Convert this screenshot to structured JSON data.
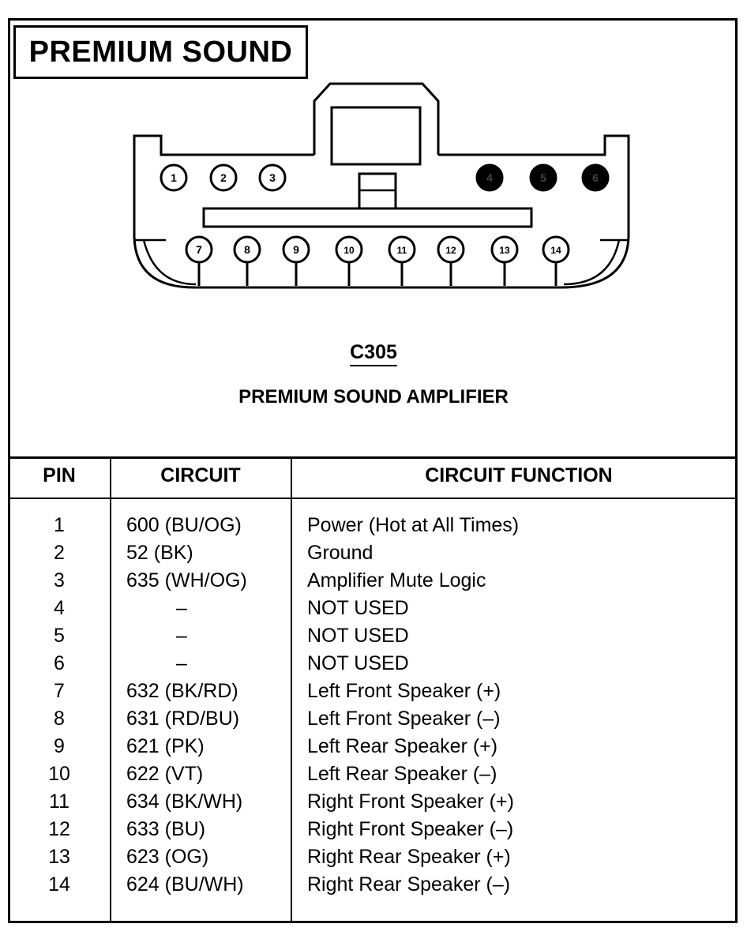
{
  "title": "PREMIUM SOUND",
  "connector": {
    "id": "C305",
    "name": "PREMIUM SOUND AMPLIFIER",
    "top_pins": [
      {
        "label": "1",
        "filled": false
      },
      {
        "label": "2",
        "filled": false
      },
      {
        "label": "3",
        "filled": false
      },
      {
        "label": "4",
        "filled": true
      },
      {
        "label": "5",
        "filled": true
      },
      {
        "label": "6",
        "filled": true
      }
    ],
    "bottom_pins": [
      "7",
      "8",
      "9",
      "10",
      "11",
      "12",
      "13",
      "14"
    ]
  },
  "table": {
    "headers": [
      "PIN",
      "CIRCUIT",
      "CIRCUIT FUNCTION"
    ],
    "rows": [
      {
        "pin": "1",
        "circuit": "600 (BU/OG)",
        "function": "Power (Hot at All Times)"
      },
      {
        "pin": "2",
        "circuit": "52 (BK)",
        "function": "Ground"
      },
      {
        "pin": "3",
        "circuit": "635 (WH/OG)",
        "function": "Amplifier Mute Logic"
      },
      {
        "pin": "4",
        "circuit": "–",
        "function": "NOT USED"
      },
      {
        "pin": "5",
        "circuit": "–",
        "function": "NOT USED"
      },
      {
        "pin": "6",
        "circuit": "–",
        "function": "NOT USED"
      },
      {
        "pin": "7",
        "circuit": "632 (BK/RD)",
        "function": "Left Front Speaker (+)"
      },
      {
        "pin": "8",
        "circuit": "631 (RD/BU)",
        "function": "Left Front Speaker (–)"
      },
      {
        "pin": "9",
        "circuit": "621 (PK)",
        "function": "Left Rear Speaker (+)"
      },
      {
        "pin": "10",
        "circuit": "622 (VT)",
        "function": "Left Rear Speaker (–)"
      },
      {
        "pin": "11",
        "circuit": "634 (BK/WH)",
        "function": "Right Front Speaker (+)"
      },
      {
        "pin": "12",
        "circuit": "633 (BU)",
        "function": "Right Front Speaker (–)"
      },
      {
        "pin": "13",
        "circuit": "623 (OG)",
        "function": "Right Rear Speaker (+)"
      },
      {
        "pin": "14",
        "circuit": "624 (BU/WH)",
        "function": "Right Rear Speaker (–)"
      }
    ]
  }
}
